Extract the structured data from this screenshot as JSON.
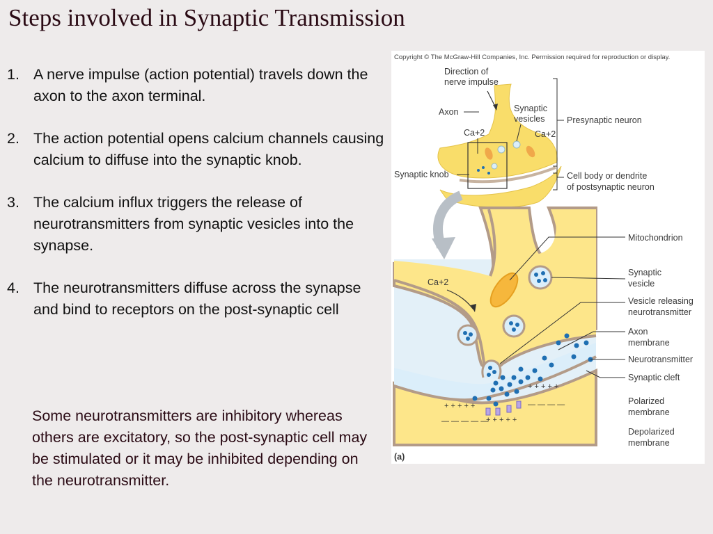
{
  "title": "Steps involved in Synaptic Transmission",
  "steps": [
    {
      "num": "1.",
      "text": "A nerve impulse (action potential) travels down the axon to the axon terminal."
    },
    {
      "num": "2.",
      "text": "The action potential opens calcium channels causing calcium to diffuse into the synaptic knob."
    },
    {
      "num": "3.",
      "text": "The calcium influx triggers the release of neurotransmitters from synaptic vesicles into the synapse."
    },
    {
      "num": "4.",
      "text": "The neurotransmitters diffuse across the synapse and bind to receptors on the post-synaptic cell"
    }
  ],
  "note": "Some neurotransmitters are inhibitory whereas others are excitatory, so the post-synaptic cell may be stimulated or it may be inhibited depending on the neurotransmitter.",
  "figure": {
    "copyright": "Copyright © The McGraw-Hill Companies, Inc. Permission required for reproduction or display.",
    "direction_line1": "Direction of",
    "direction_line2": "nerve impulse",
    "axon": "Axon",
    "ca_top_left": "Ca+2",
    "synaptic_vesicles_line1": "Synaptic",
    "synaptic_vesicles_line2": "vesicles",
    "ca_top_right": "Ca+2",
    "presynaptic_neuron": "Presynaptic neuron",
    "synaptic_knob": "Synaptic knob",
    "cell_body_line1": "Cell body or dendrite",
    "cell_body_line2": "of postsynaptic neuron",
    "ca_main": "Ca+2",
    "mitochondrion": "Mitochondrion",
    "synaptic_vesicle_line1": "Synaptic",
    "synaptic_vesicle_line2": "vesicle",
    "vesicle_releasing_line1": "Vesicle releasing",
    "vesicle_releasing_line2": "neurotransmitter",
    "axon_membrane_line1": "Axon",
    "axon_membrane_line2": "membrane",
    "neurotransmitter": "Neurotransmitter",
    "synaptic_cleft": "Synaptic cleft",
    "polarized_line1": "Polarized",
    "polarized_line2": "membrane",
    "depolarized_line1": "Depolarized",
    "depolarized_line2": "membrane",
    "panel_label": "(a)",
    "colors": {
      "cytoplasm": "#fde68a",
      "membrane": "#b39b88",
      "cleft": "#dbeefa",
      "dot": "#1f6fb2"
    }
  }
}
